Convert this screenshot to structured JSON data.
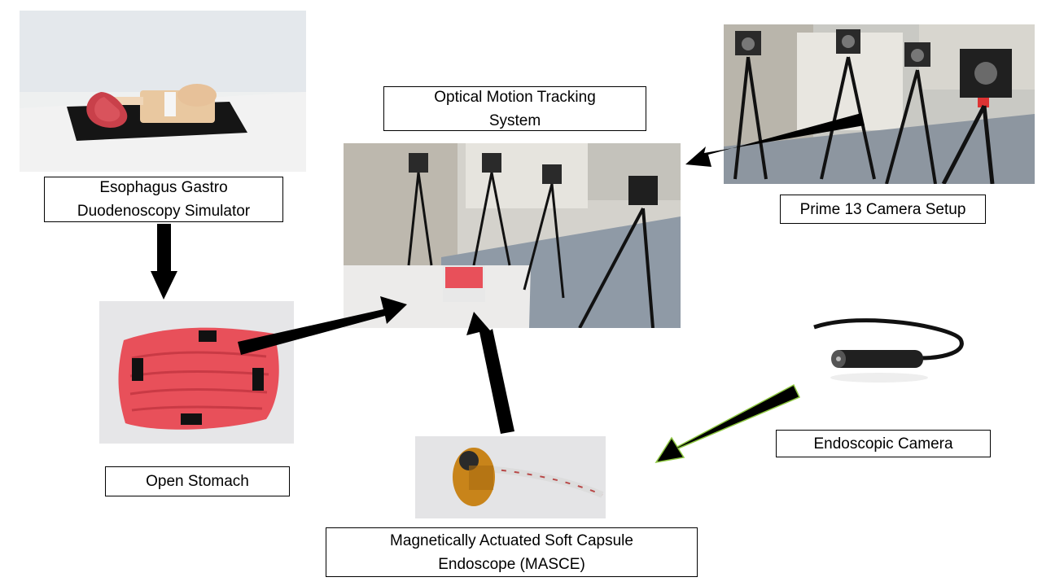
{
  "labels": {
    "egd_simulator": "Esophagus Gastro Duodenoscopy Simulator",
    "optical_tracking": "Optical Motion Tracking System",
    "prime13": "Prime 13 Camera Setup",
    "open_stomach": "Open Stomach",
    "endoscopic_camera": "Endoscopic Camera",
    "masce": "Magnetically Actuated Soft Capsule Endoscope (MASCE)"
  },
  "colors": {
    "arrow_main": "#000000",
    "arrow_outline_green": "#8cc63f",
    "stomach_red": "#e8505a",
    "capsule_orange": "#c8841a"
  }
}
